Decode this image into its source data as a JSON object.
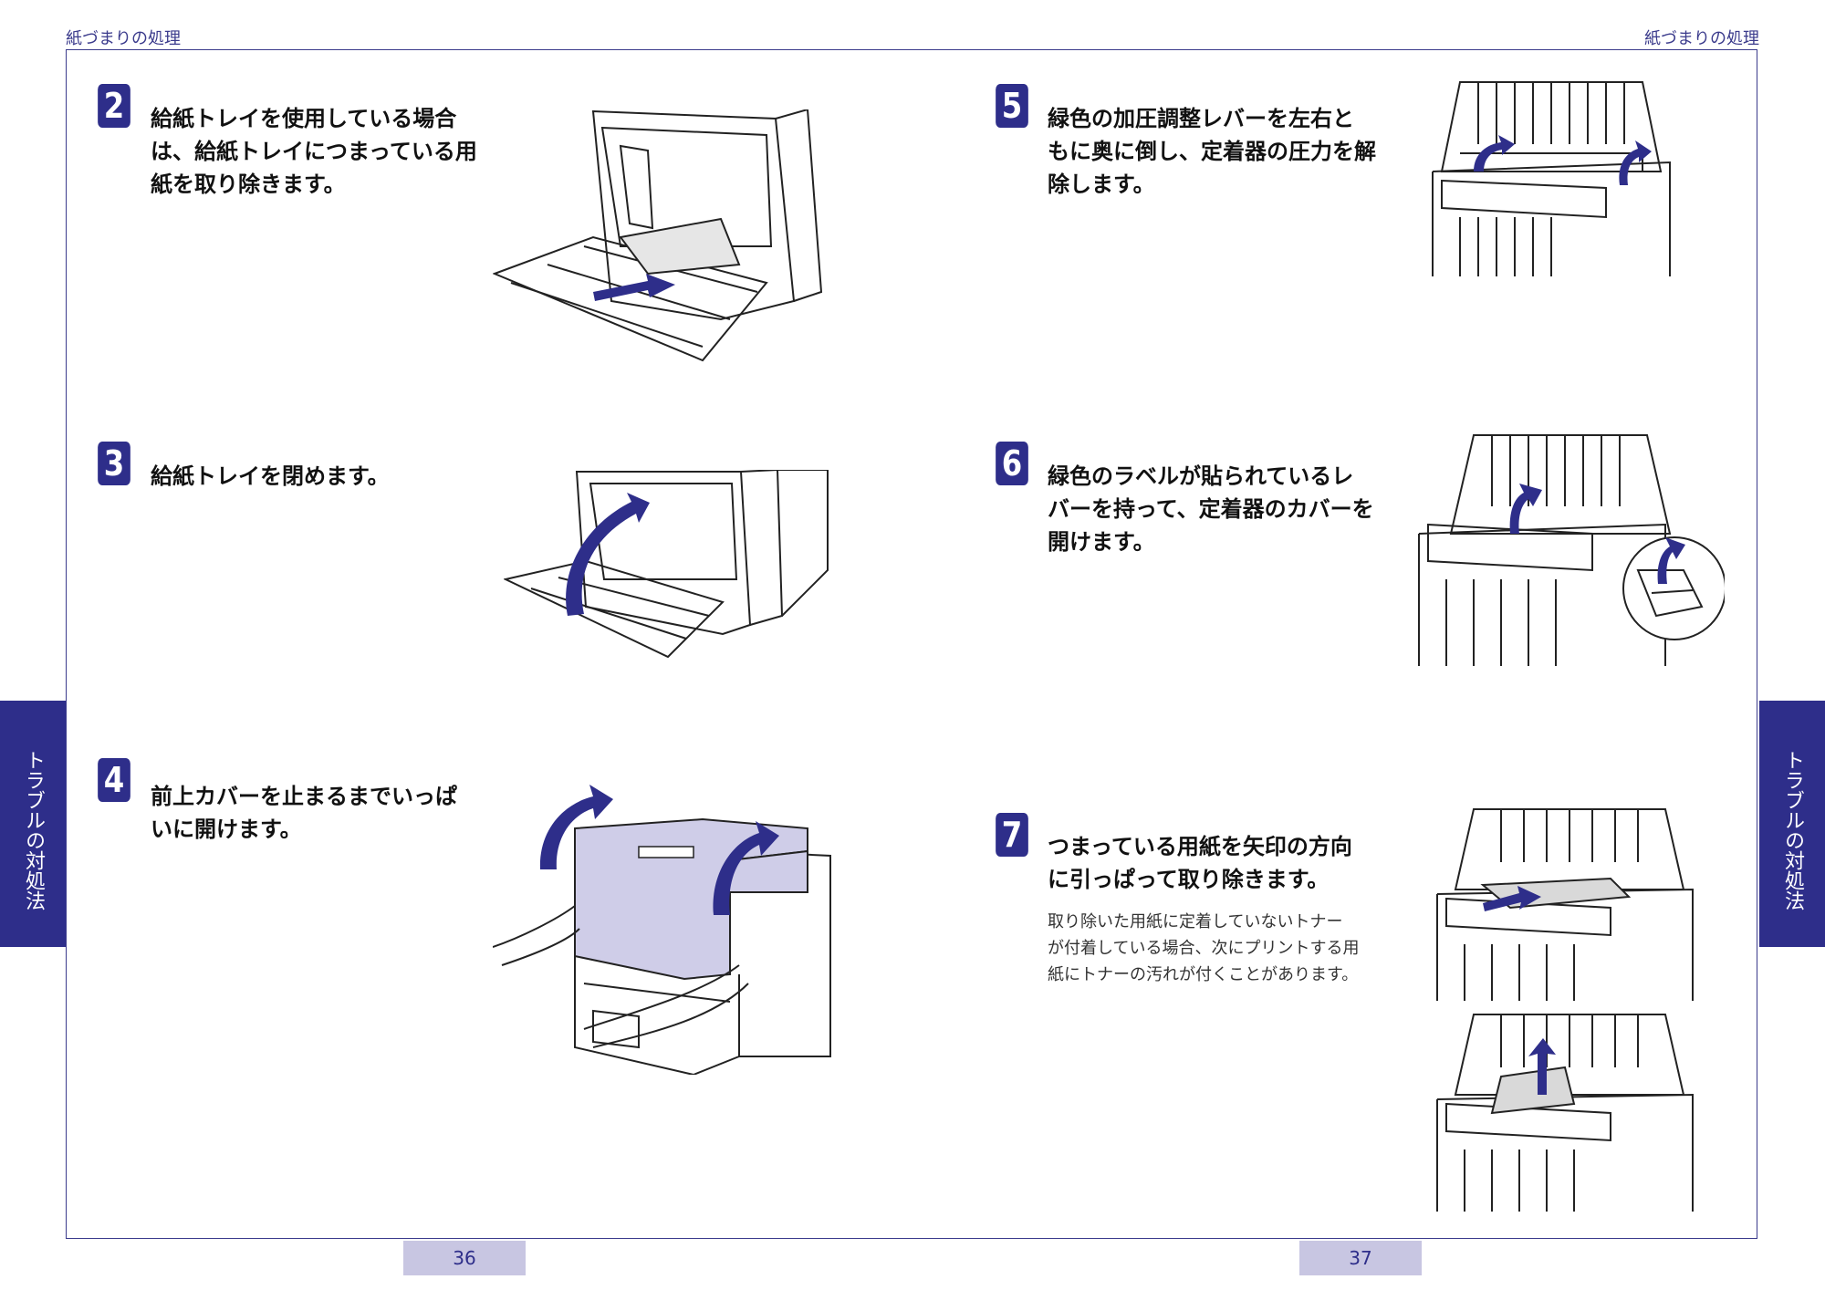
{
  "header": {
    "left_title": "紙づまりの処理",
    "right_title": "紙づまりの処理"
  },
  "side_tabs": {
    "left": "トラブルの対処法",
    "right": "トラブルの対処法"
  },
  "steps": [
    {
      "number": "2",
      "text": "給紙トレイを使用している場合\nは、給紙トレイにつまっている用\n紙を取り除きます。"
    },
    {
      "number": "3",
      "text": "給紙トレイを閉めます。"
    },
    {
      "number": "4",
      "text": "前上カバーを止まるまでいっぱ\nいに開けます。"
    },
    {
      "number": "5",
      "text": "緑色の加圧調整レバーを左右と\nもに奥に倒し、定着器の圧力を解\n除します。"
    },
    {
      "number": "6",
      "text": "緑色のラベルが貼られているレ\nバーを持って、定着器のカバーを\n開けます。"
    },
    {
      "number": "7",
      "text": "つまっている用紙を矢印の方向\nに引っぱって取り除きます。",
      "note": "取り除いた用紙に定着していないトナー\nが付着している場合、次にプリントする用\n紙にトナーの汚れが付くことがあります。"
    }
  ],
  "pages": {
    "left": "36",
    "right": "37"
  },
  "colors": {
    "accent": "#2e2e8a",
    "page_tab": "#c8c6e2",
    "printer_cover": "#cfcde8"
  }
}
